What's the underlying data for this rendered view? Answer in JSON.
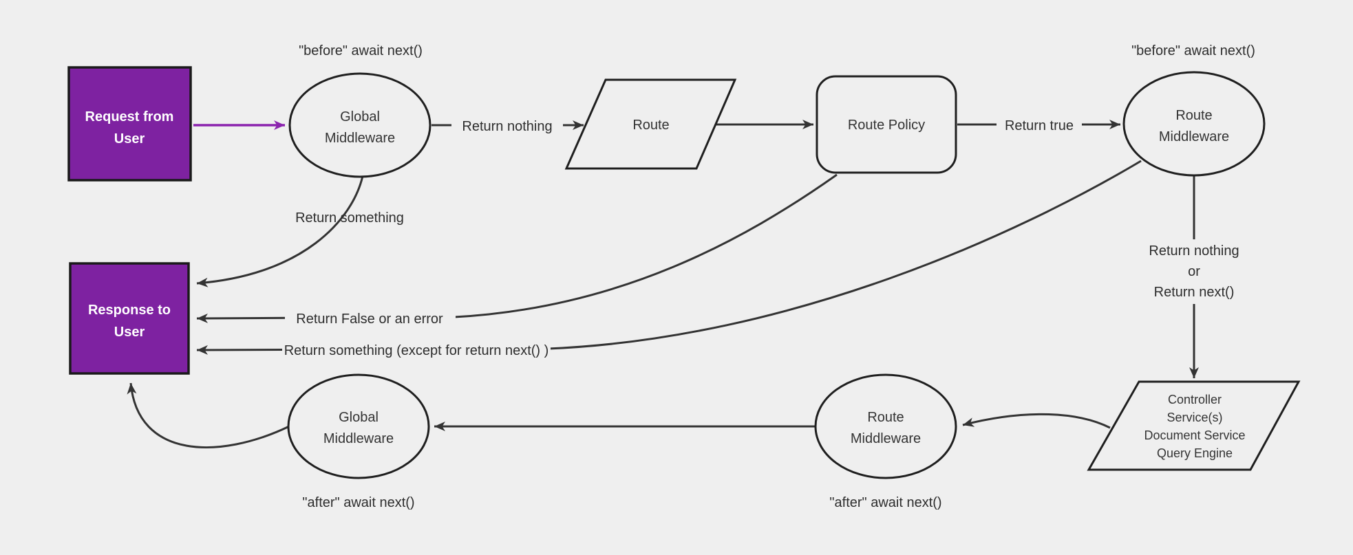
{
  "diagram": {
    "background": "#efefef",
    "colors": {
      "node_fill": "#efefef",
      "node_border": "#1f1f1f",
      "edge": "#333333",
      "accent_fill": "#7e22a1",
      "accent_arrow": "#8b24ae",
      "label_text": "#2d2d2d",
      "node_text": "#333333",
      "accent_text": "#ffffff"
    },
    "nodes": {
      "request": {
        "lines": [
          "Request from",
          "User"
        ]
      },
      "global_mw_top": {
        "lines": [
          "Global",
          "Middleware"
        ]
      },
      "route": {
        "label": "Route"
      },
      "route_policy": {
        "label": "Route Policy"
      },
      "route_mw_top": {
        "lines": [
          "Route",
          "Middleware"
        ]
      },
      "controller": {
        "lines": [
          "Controller",
          "Service(s)",
          "Document Service",
          "Query Engine"
        ]
      },
      "route_mw_bottom": {
        "lines": [
          "Route",
          "Middleware"
        ]
      },
      "global_mw_bottom": {
        "lines": [
          "Global",
          "Middleware"
        ]
      },
      "response": {
        "lines": [
          "Response to",
          "User"
        ]
      }
    },
    "annotations": {
      "before_left": "\"before\" await next()",
      "before_right": "\"before\" await next()",
      "after_left": "\"after\" await next()",
      "after_right": "\"after\" await next()"
    },
    "edge_labels": {
      "return_nothing": "Return nothing",
      "return_true": "Return true",
      "return_something": "Return something",
      "return_false": "Return False or an error",
      "return_something_except": "Return something (except for return next() )",
      "return_nothing_or": [
        "Return nothing",
        "or",
        "Return next()"
      ]
    }
  }
}
